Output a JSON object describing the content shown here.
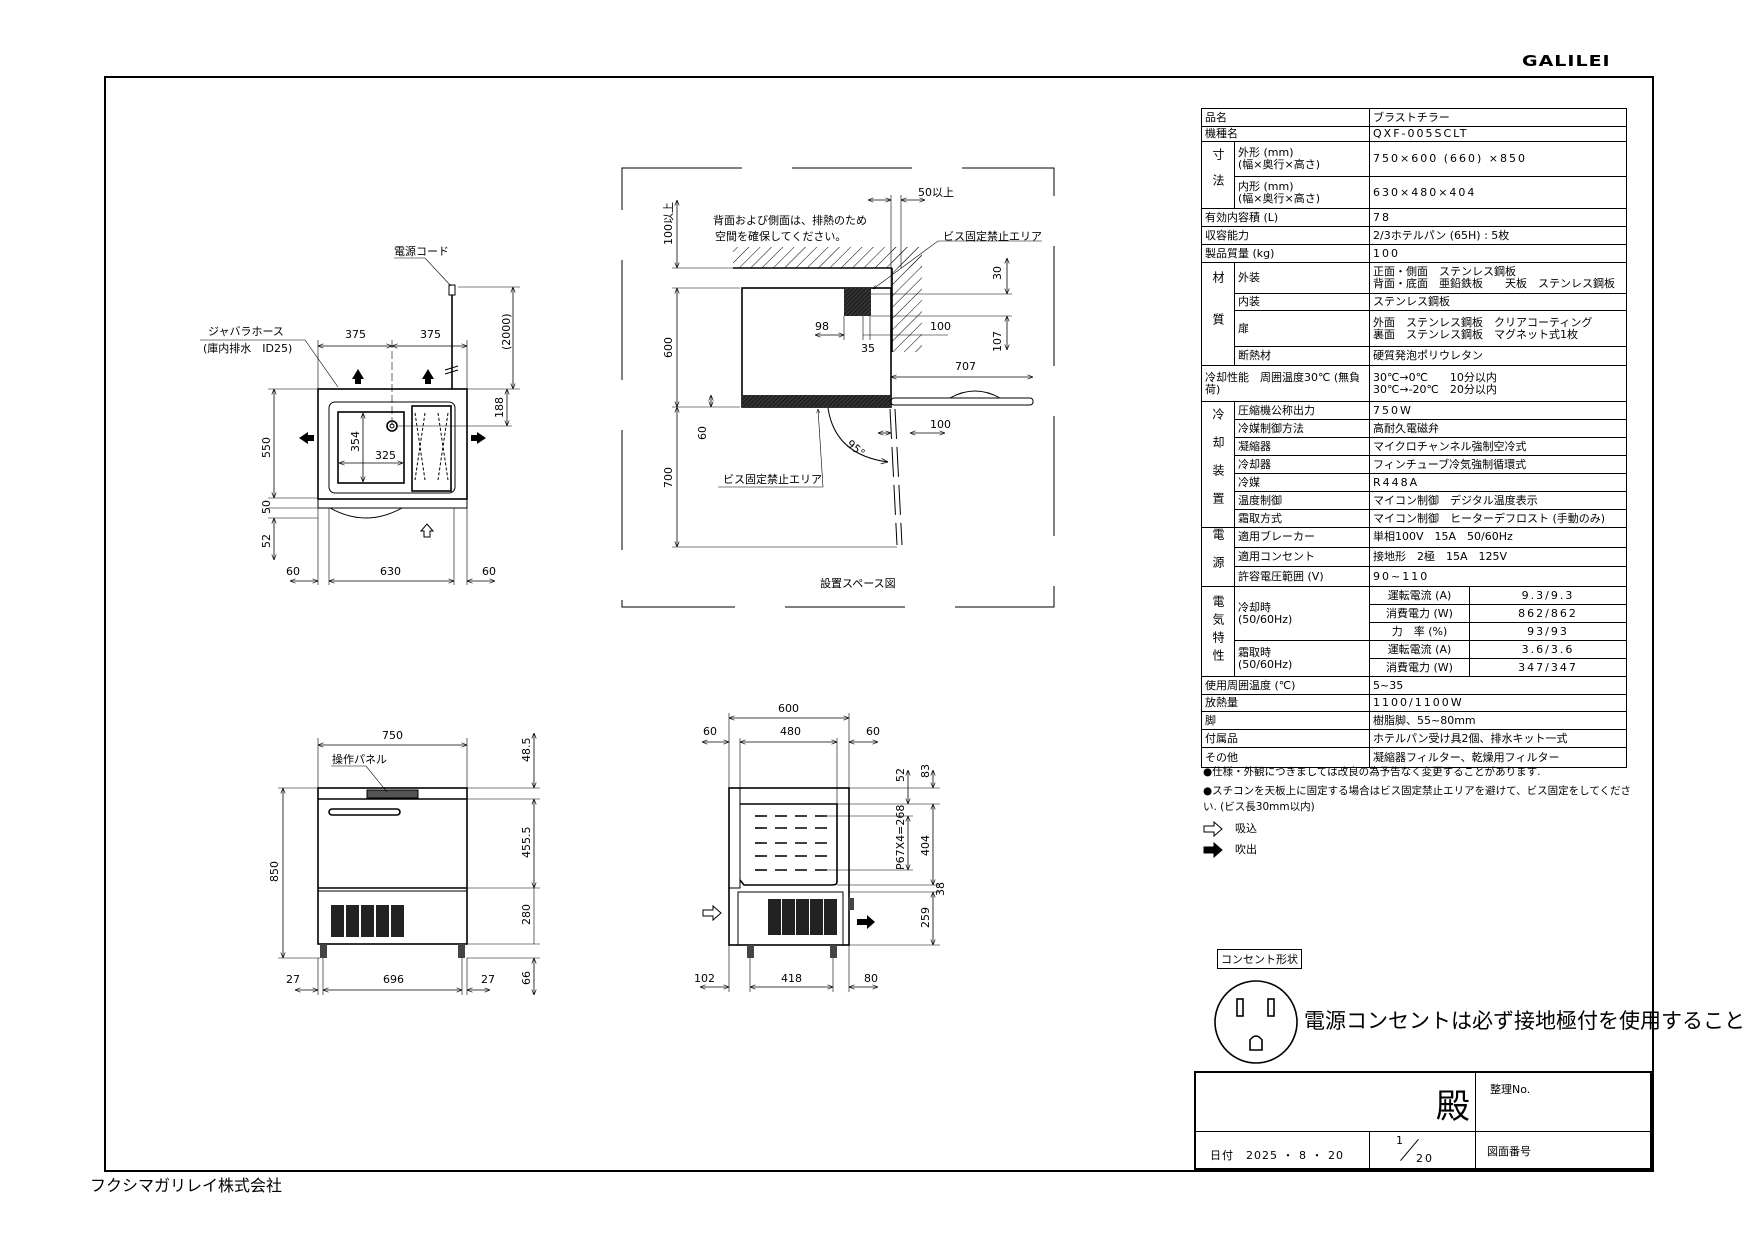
{
  "header": {
    "logo": "GALILEI",
    "company": "フクシマガリレイ株式会社"
  },
  "spec": {
    "name": {
      "label": "品名",
      "value": "ブラストチラー"
    },
    "model": {
      "label": "機種名",
      "value": "QXF-005SCLT"
    },
    "dimensions": {
      "group": "寸法",
      "outer": {
        "label": [
          "外形 (mm)",
          "(幅×奥行×高さ)"
        ],
        "value": "750×600 (660) ×850"
      },
      "inner": {
        "label": [
          "内形 (mm)",
          "(幅×奥行×高さ)"
        ],
        "value": "630×480×404"
      }
    },
    "volume": {
      "label": "有効内容積 (L)",
      "value": "78"
    },
    "capacity": {
      "label": "収容能力",
      "value": "2/3ホテルパン (65H) : 5枚"
    },
    "weight": {
      "label": "製品質量 (kg)",
      "value": "100"
    },
    "material": {
      "group": "材質",
      "exterior": {
        "label": "外装",
        "value": [
          "正面・側面　ステンレス鋼板",
          "背面・底面　亜鉛鉄板　　天板　ステンレス鋼板"
        ]
      },
      "interior": {
        "label": "内装",
        "value": "ステンレス鋼板"
      },
      "door": {
        "label": "扉",
        "value": [
          "外面　ステンレス鋼板　クリアコーティング",
          "裏面　ステンレス鋼板　マグネット式1枚"
        ]
      },
      "insulation": {
        "label": "断熱材",
        "value": "硬質発泡ポリウレタン"
      }
    },
    "cooling_perf": {
      "label": "冷却性能　周囲温度30℃ (無負荷)",
      "value": [
        "30℃→0℃　　10分以内",
        "30℃→-20℃　20分以内"
      ]
    },
    "cooling_unit": {
      "group": "冷却装置",
      "rows": [
        {
          "label": "圧縮機公称出力",
          "value": "750W"
        },
        {
          "label": "冷媒制御方法",
          "value": "高耐久電磁弁"
        },
        {
          "label": "凝縮器",
          "value": "マイクロチャンネル強制空冷式"
        },
        {
          "label": "冷却器",
          "value": "フィンチューブ冷気強制循環式"
        },
        {
          "label": "冷媒",
          "value": "R448A"
        },
        {
          "label": "温度制御",
          "value": "マイコン制御　デジタル温度表示"
        },
        {
          "label": "霜取方式",
          "value": "マイコン制御　ヒーターデフロスト (手動のみ)"
        }
      ]
    },
    "power": {
      "group": "電源",
      "rows": [
        {
          "label": "適用ブレーカー",
          "value": "単相100V　15A　50/60Hz"
        },
        {
          "label": "適用コンセント",
          "value": "接地形　2極　15A　125V"
        },
        {
          "label": "許容電圧範囲 (V)",
          "value": "90~110"
        }
      ]
    },
    "electrical": {
      "group": "電気特性",
      "cooling": {
        "label": [
          "冷却時",
          "(50/60Hz)"
        ],
        "rows": [
          {
            "label": "運転電流 (A)",
            "value": "9.3/9.3"
          },
          {
            "label": "消費電力 (W)",
            "value": "862/862"
          },
          {
            "label": "力　率 (%)",
            "value": "93/93"
          }
        ]
      },
      "defrost": {
        "label": [
          "霜取時",
          "(50/60Hz)"
        ],
        "rows": [
          {
            "label": "運転電流 (A)",
            "value": "3.6/3.6"
          },
          {
            "label": "消費電力 (W)",
            "value": "347/347"
          }
        ]
      }
    },
    "ambient": {
      "label": "使用周囲温度 (℃)",
      "value": "5~35"
    },
    "heat": {
      "label": "放熱量",
      "value": "1100/1100W"
    },
    "legs": {
      "label": "脚",
      "value": "樹脂脚、55~80mm"
    },
    "accessories": {
      "label": "付属品",
      "value": "ホテルパン受け具2個、排水キット一式"
    },
    "other": {
      "label": "その他",
      "value": "凝縮器フィルター、乾燥用フィルター"
    }
  },
  "notes": [
    "●仕様・外観につきましては改良の為予告なく変更することがあります.",
    "●スチコンを天板上に固定する場合はビス固定禁止エリアを避けて、ビス固定をしてください. (ビス長30mm以内)"
  ],
  "legend": {
    "intake": "吸込",
    "exhaust": "吹出"
  },
  "outlet": {
    "title": "コンセント形状",
    "message": "電源コンセントは必ず接地極付を使用すること"
  },
  "title_block": {
    "honorific": "殿",
    "ref_no_label": "整理No.",
    "drawing_no_label": "図面番号",
    "date": "日付　2025 ・ 8 ・ 20",
    "scale_num": "1",
    "scale_den": "20"
  },
  "top_view": {
    "hose_label": "ジャバラホース",
    "hose_note": "(庫内排水　ID25)",
    "cord_label": "電源コード",
    "dims": {
      "w1": "375",
      "w2": "375",
      "cord_len": "(2000)",
      "d188": "188",
      "d550": "550",
      "d50": "50",
      "d52": "52",
      "d354": "354",
      "d325": "325",
      "b60a": "60",
      "b630": "630",
      "b60b": "60"
    }
  },
  "install_view": {
    "title": "設置スペース図",
    "note": [
      "背面および側面は、排熱のため",
      "空間を確保してください。"
    ],
    "no_screw_top": "ビス固定禁止エリア",
    "no_screw_bottom": "ビス固定禁止エリア",
    "dims": {
      "top": "100以上",
      "side": "50以上",
      "depth": "600",
      "front": "700",
      "d60": "60",
      "d30": "30",
      "d107": "107",
      "d98": "98",
      "d35": "35",
      "d100a": "100",
      "d707": "707",
      "angle": "95°",
      "d100b": "100"
    }
  },
  "front_view": {
    "panel_label": "操作パネル",
    "dims": {
      "width": "750",
      "height": "850",
      "h485": "48.5",
      "h4555": "455.5",
      "h280": "280",
      "h66": "66",
      "b27a": "27",
      "b696": "696",
      "b27b": "27"
    }
  },
  "side_view": {
    "dims": {
      "depth": "600",
      "l60": "60",
      "inner": "480",
      "r60": "60",
      "d83": "83",
      "d52": "52",
      "pitch": "P67X4=268",
      "d404": "404",
      "d38": "38",
      "d259": "259",
      "b102": "102",
      "b418": "418",
      "b80": "80"
    }
  }
}
